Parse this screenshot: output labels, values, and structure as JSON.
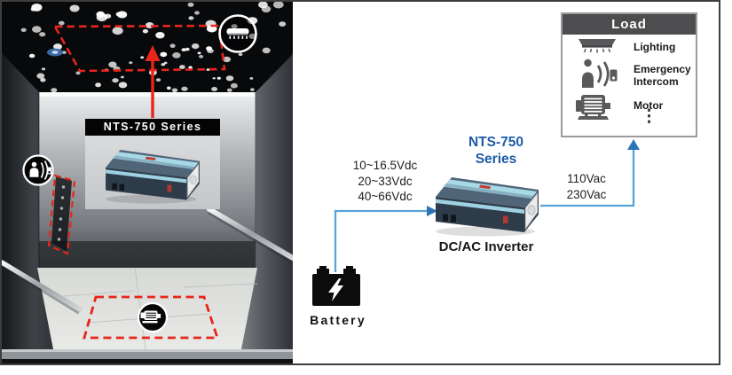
{
  "photo": {
    "banner_label": "NTS-750 Series"
  },
  "diagram": {
    "input_voltages": [
      "10~16.5Vdc",
      "20~33Vdc",
      "40~66Vdc"
    ],
    "product_name_line1": "NTS-750",
    "product_name_line2": "Series",
    "inverter_caption": "DC/AC Inverter",
    "battery_label": "Battery",
    "output_voltages": [
      "110Vac",
      "230Vac"
    ],
    "load_box": {
      "title": "Load",
      "items": [
        {
          "icon": "lighting-icon",
          "label": "Lighting"
        },
        {
          "icon": "emergency-intercom-icon",
          "label": "Emergency Intercom"
        },
        {
          "icon": "motor-icon",
          "label": "Motor"
        }
      ],
      "more_indicator": "⋮"
    }
  },
  "colors": {
    "product_blue": "#1d5ba4",
    "connector_blue": "#58a3d8",
    "arrow_blue": "#2c72b8",
    "annotation_red": "#e8251c",
    "load_header_bg": "#4d4d4f",
    "icon_gray": "#58595b"
  }
}
